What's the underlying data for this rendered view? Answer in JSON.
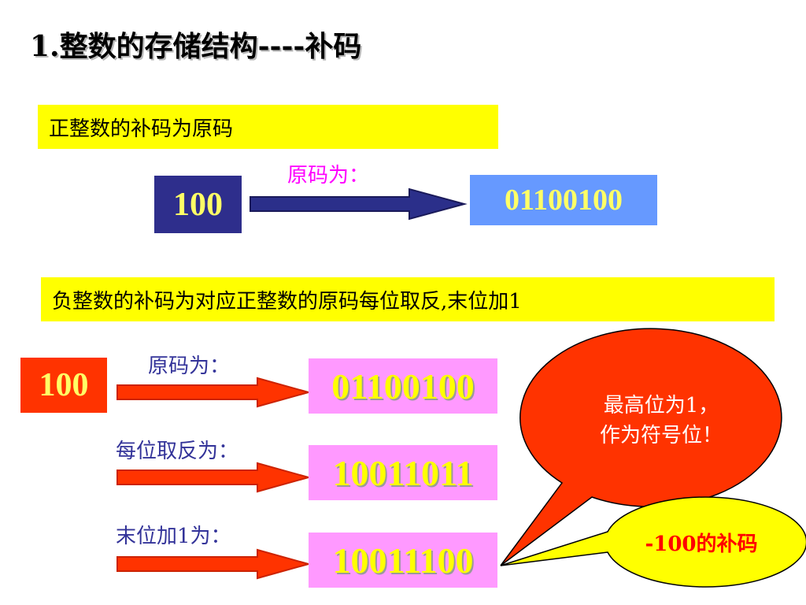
{
  "title": "1.整数的存储结构----补码",
  "positive": {
    "banner": "正整数的补码为原码",
    "source_value": "100",
    "arrow_label": "原码为：",
    "result": "01100100"
  },
  "negative": {
    "banner": "负整数的补码为对应正整数的原码每位取反,末位加1",
    "source_value": "100",
    "steps": [
      {
        "label": "原码为：",
        "result": "01100100"
      },
      {
        "label": "每位取反为：",
        "result": "10011011"
      },
      {
        "label": "末位加1为：",
        "result": "10011100"
      }
    ]
  },
  "callouts": {
    "sign_bit_line1": "最高位为1，",
    "sign_bit_line2": "作为符号位！",
    "complement_label": "-100的补码"
  },
  "colors": {
    "banner_bg": "#ffff00",
    "positive_source_bg": "#2e2e8c",
    "positive_source_text": "#ffff66",
    "positive_result_bg": "#6699ff",
    "positive_result_text": "#ffff66",
    "negative_source_bg": "#ff3300",
    "negative_source_text": "#ffff66",
    "negative_result_bg": "#ff99ff",
    "negative_result_text": "#ffff00",
    "blue_arrow": "#2b2f8a",
    "red_arrow": "#ff3300",
    "magenta_label": "#ff00ff",
    "step_label": "#333399",
    "sign_bubble": "#ff3300",
    "complement_bubble": "#ffff00",
    "callout_text": "#ffffff",
    "complement_text": "#ff0000"
  }
}
